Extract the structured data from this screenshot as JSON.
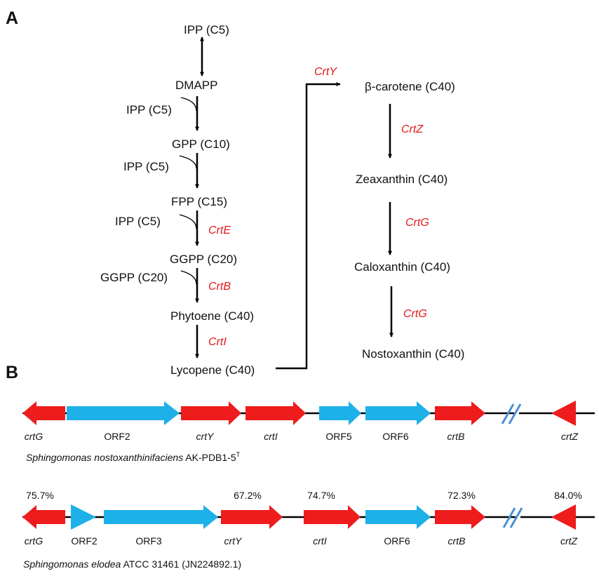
{
  "colors": {
    "enzyme_text": "#e0191b",
    "crt_gene": "#ee1c1c",
    "orf_gene": "#1eb0e8",
    "break_mark": "#4a90d2",
    "line": "#000000"
  },
  "panel_a": {
    "label": "A",
    "pathway": {
      "ipp": "IPP (C5)",
      "dmapp": "DMAPP",
      "ipp_in_1": "IPP (C5)",
      "gpp": "GPP (C10)",
      "ipp_in_2": "IPP (C5)",
      "fpp": "FPP (C15)",
      "ipp_in_3": "IPP (C5)",
      "ggpp": "GGPP (C20)",
      "ggpp_in": "GGPP (C20)",
      "phytoene": "Phytoene (C40)",
      "lycopene": "Lycopene (C40)",
      "beta_carotene": "β-carotene (C40)",
      "zeaxanthin": "Zeaxanthin (C40)",
      "caloxanthin": "Caloxanthin (C40)",
      "nostoxanthin": "Nostoxanthin (C40)"
    },
    "enzymes": {
      "crtE": "CrtE",
      "crtB": "CrtB",
      "crtI": "CrtI",
      "crtY": "CrtY",
      "crtZ": "CrtZ",
      "crtG_1": "CrtG",
      "crtG_2": "CrtG"
    }
  },
  "panel_b": {
    "label": "B",
    "cluster_1": {
      "organism_species": "Sphingomonas nostoxanthinifaciens",
      "organism_strain": " AK-PDB1-5",
      "organism_sup": "T",
      "genes": [
        {
          "label": "crtG",
          "type": "crt",
          "direction": "left"
        },
        {
          "label": "ORF2",
          "type": "orf",
          "direction": "right"
        },
        {
          "label": "crtY",
          "type": "crt",
          "direction": "right"
        },
        {
          "label": "crtI",
          "type": "crt",
          "direction": "right"
        },
        {
          "label": "ORF5",
          "type": "orf",
          "direction": "right"
        },
        {
          "label": "ORF6",
          "type": "orf",
          "direction": "right"
        },
        {
          "label": "crtB",
          "type": "crt",
          "direction": "right"
        },
        {
          "label": "crtZ",
          "type": "crt",
          "direction": "left"
        }
      ]
    },
    "cluster_2": {
      "organism_species": "Sphingomonas elodea",
      "organism_strain": " ATCC 31461 (JN224892.1)",
      "genes": [
        {
          "label": "crtG",
          "type": "crt",
          "direction": "left",
          "identity": "75.7%"
        },
        {
          "label": "ORF2",
          "type": "orf",
          "direction": "right",
          "identity": ""
        },
        {
          "label": "ORF3",
          "type": "orf",
          "direction": "right",
          "identity": ""
        },
        {
          "label": "crtY",
          "type": "crt",
          "direction": "right",
          "identity": "67.2%"
        },
        {
          "label": "crtI",
          "type": "crt",
          "direction": "right",
          "identity": "74.7%"
        },
        {
          "label": "ORF6",
          "type": "orf",
          "direction": "right",
          "identity": ""
        },
        {
          "label": "crtB",
          "type": "crt",
          "direction": "right",
          "identity": "72.3%"
        },
        {
          "label": "crtZ",
          "type": "crt",
          "direction": "left",
          "identity": "84.0%"
        }
      ]
    }
  }
}
